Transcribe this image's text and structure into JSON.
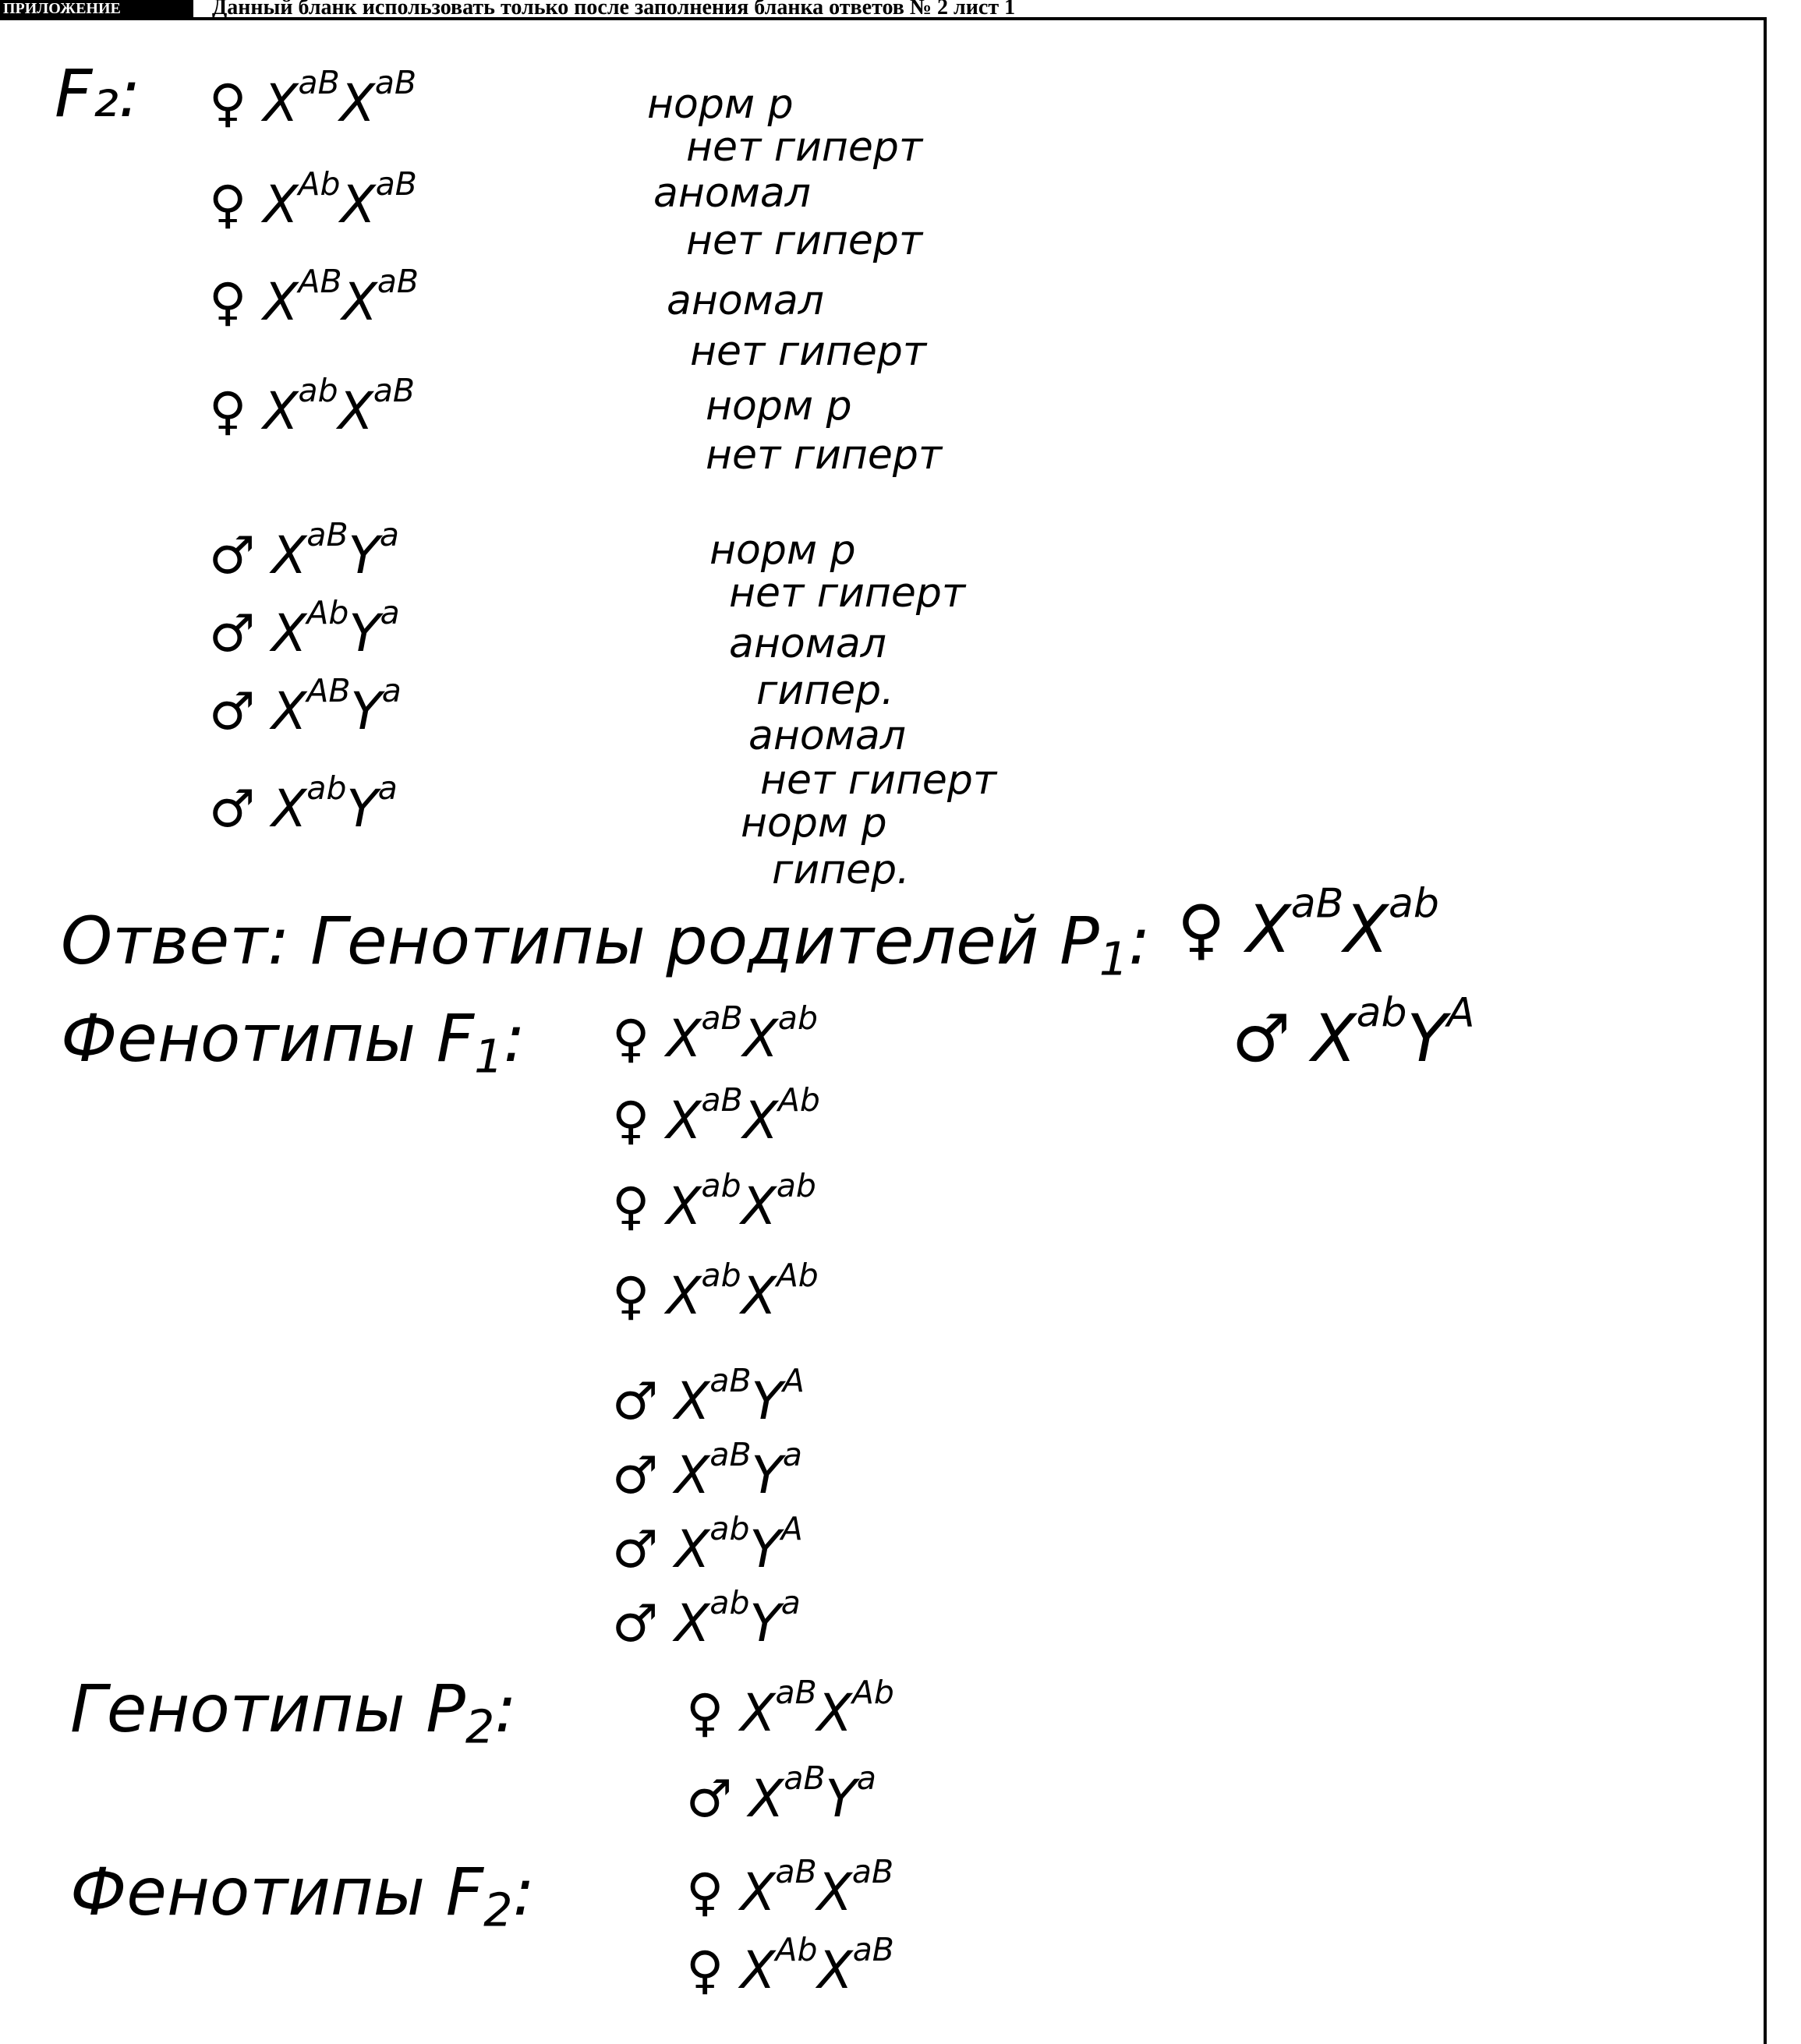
{
  "header": {
    "badge": "ПРИЛОЖЕНИЕ",
    "text": "Данный бланк использовать только после заполнения бланка ответов № 2 лист 1"
  },
  "f2_label": "F₂:",
  "f2_rows": [
    {
      "sym": "♀",
      "text": "X<sup>aB</sup>X<sup>aB</sup>",
      "notes": [
        "норм р",
        "нет гиперт"
      ]
    },
    {
      "sym": "♀",
      "text": "X<sup>Ab</sup>X<sup>aB</sup>",
      "notes": [
        "аномал",
        "нет гиперт"
      ]
    },
    {
      "sym": "♀",
      "text": "X<sup>AB</sup>X<sup>aB</sup>",
      "notes": [
        "аномал",
        "нет гиперт"
      ]
    },
    {
      "sym": "♀",
      "text": "X<sup>ab</sup>X<sup>aB</sup>",
      "notes": [
        "норм р",
        "нет гиперт"
      ]
    },
    {
      "sym": "♂",
      "text": "X<sup>aB</sup>Y<sup>a</sup>",
      "notes": [
        "норм р",
        "нет гиперт"
      ]
    },
    {
      "sym": "♂",
      "text": "X<sup>Ab</sup>Y<sup>a</sup>",
      "notes": [
        "аномал",
        "гипер."
      ]
    },
    {
      "sym": "♂",
      "text": "X<sup>AB</sup>Y<sup>a</sup>",
      "notes": [
        "аномал",
        "нет гиперт"
      ]
    },
    {
      "sym": "♂",
      "text": "X<sup>ab</sup>Y<sup>a</sup>",
      "notes": [
        "норм р",
        "гипер."
      ]
    }
  ],
  "answer": {
    "line1": "Ответ: Генотипы родителей P<sub>1</sub>:",
    "p1_female": "♀ X<sup>aB</sup>X<sup>ab</sup>",
    "p1_male": "♂ X<sup>ab</sup>Y<sup>A</sup>",
    "f1_label": "Фенотипы F<sub>1</sub>:",
    "f1_rows": [
      "♀ X<sup>aB</sup>X<sup>ab</sup>",
      "♀ X<sup>aB</sup>X<sup>Ab</sup>",
      "♀ X<sup>ab</sup>X<sup>ab</sup>",
      "♀ X<sup>ab</sup>X<sup>Ab</sup>",
      "♂ X<sup>aB</sup>Y<sup>A</sup>",
      "♂ X<sup>aB</sup>Y<sup>a</sup>",
      "♂ X<sup>ab</sup>Y<sup>A</sup>",
      "♂ X<sup>ab</sup>Y<sup>a</sup>"
    ],
    "p2_label": "Генотипы P<sub>2</sub>:",
    "p2_rows": [
      "♀ X<sup>aB</sup>X<sup>Ab</sup>",
      "♂ X<sup>aB</sup>Y<sup>a</sup>"
    ],
    "f2_label": "Фенотипы F<sub>2</sub>:",
    "f2_rows": [
      "♀ X<sup>aB</sup>X<sup>aB</sup>",
      "♀ X<sup>Ab</sup>X<sup>aB</sup>"
    ]
  }
}
